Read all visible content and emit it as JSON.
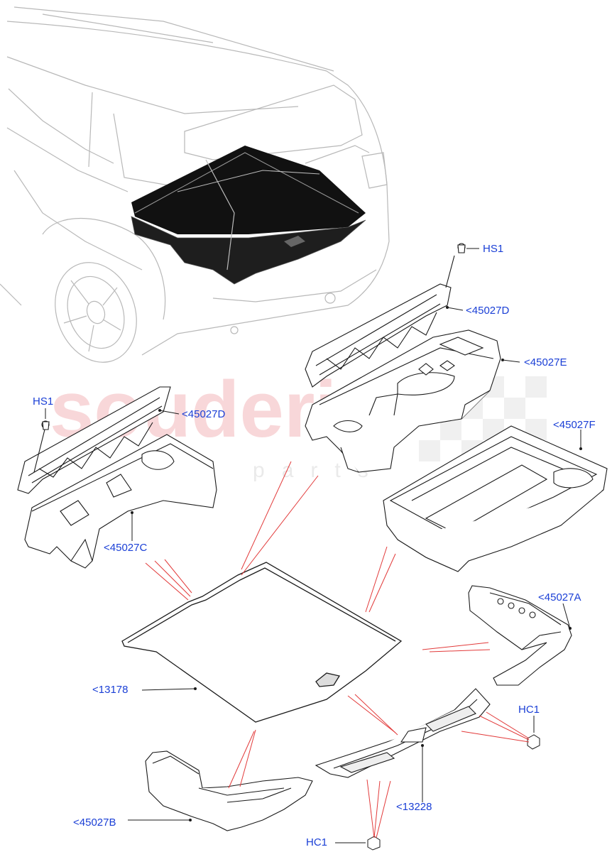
{
  "watermark": {
    "brand": "souderia",
    "sub": "car parts",
    "color": "#f4b8bb"
  },
  "colors": {
    "label": "#1a3fd6",
    "leader_red": "#e23a3a",
    "line": "#1a1a1a",
    "car": "#b8b8b8"
  },
  "labels": {
    "hs1_top": "HS1",
    "p45027D_top": "<45027D",
    "p45027E": "<45027E",
    "hs1_left": "HS1",
    "p45027D_left": "<45027D",
    "p45027F": "<45027F",
    "p45027C": "<45027C",
    "p45027A": "<45027A",
    "hc1_right": "HC1",
    "p13178": "<13178",
    "p13228": "<13228",
    "p45027B": "<45027B",
    "hc1_bottom": "HC1"
  }
}
